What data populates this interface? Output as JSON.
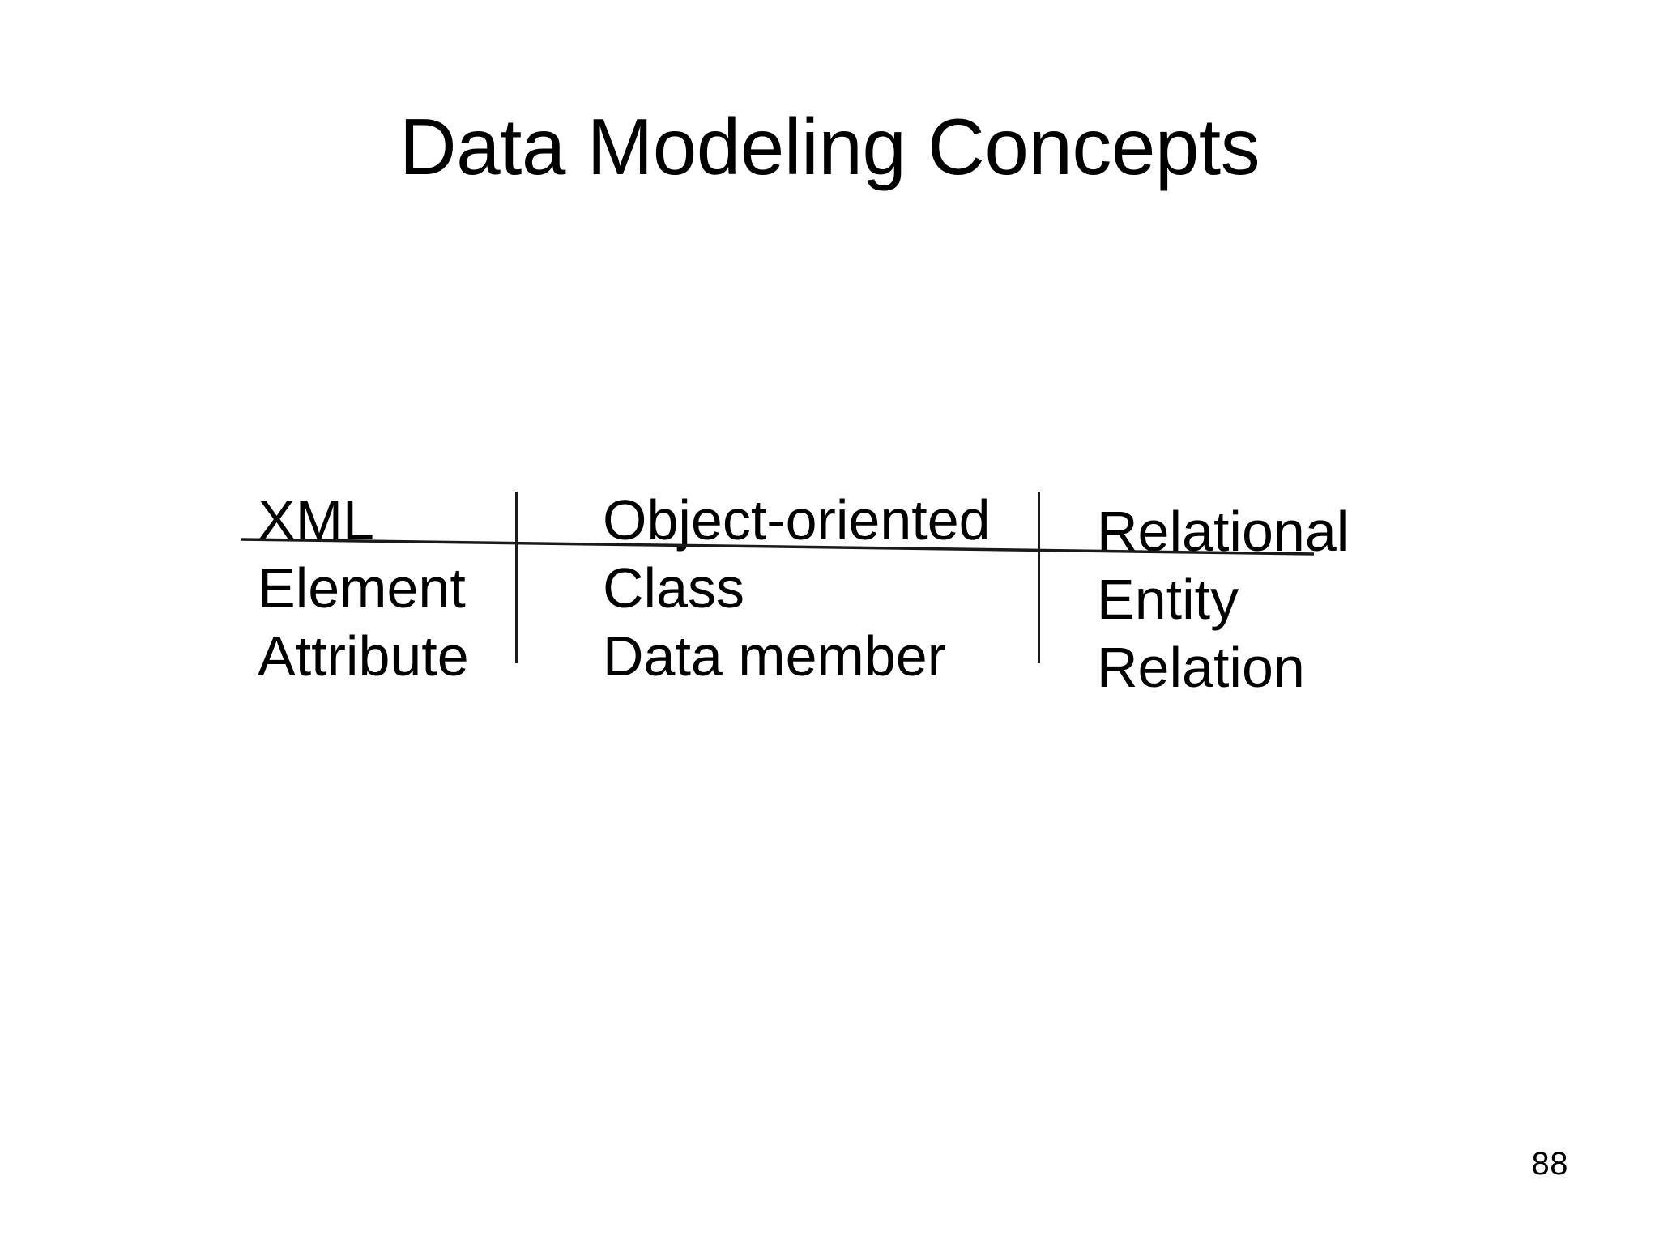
{
  "slide": {
    "title": "Data Modeling Concepts",
    "page_number": "88",
    "background_color": "#ffffff",
    "text_color": "#000000",
    "rule_color": "#1a1a1a"
  },
  "table": {
    "columns": [
      {
        "key": "xml",
        "header": "XML",
        "rows": [
          "Element",
          "Attribute"
        ]
      },
      {
        "key": "object_oriented",
        "header": "Object-oriented",
        "rows": [
          "Class",
          "Data member"
        ]
      },
      {
        "key": "relational",
        "header": "Relational",
        "rows": [
          "Entity",
          "Relation"
        ]
      }
    ]
  }
}
